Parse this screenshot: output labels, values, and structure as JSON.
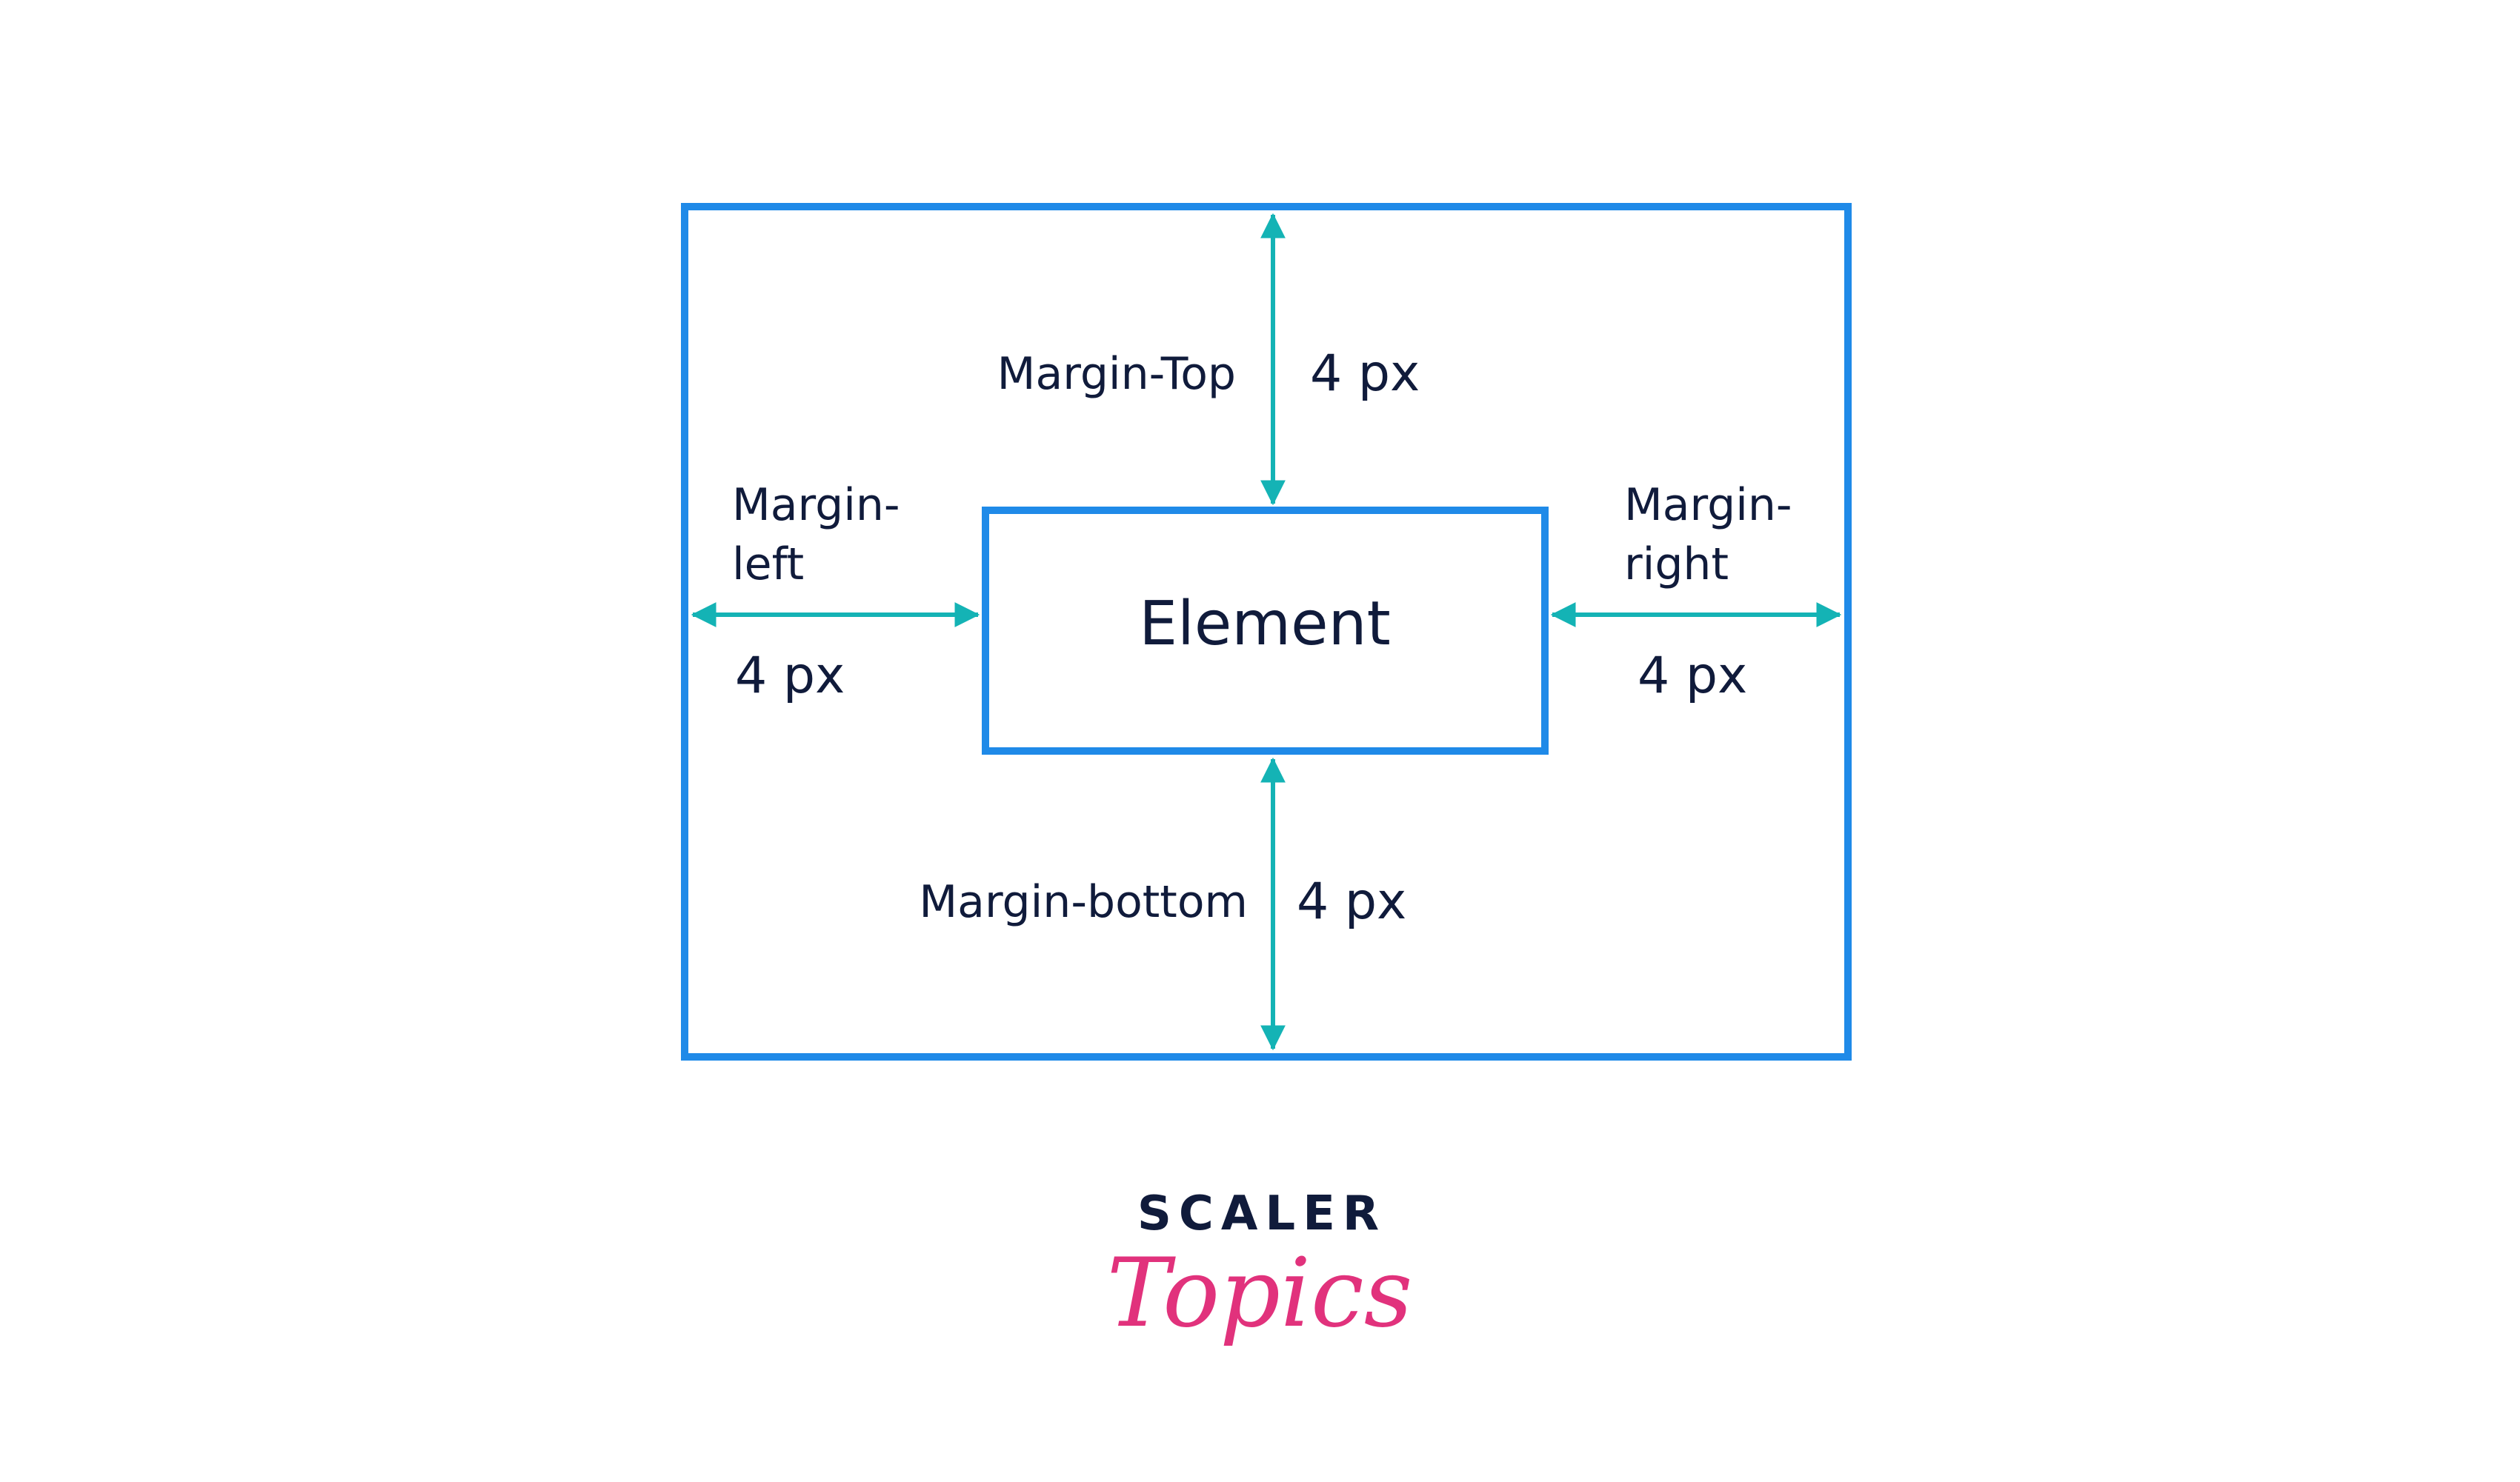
{
  "colors": {
    "box_border": "#1f8ae8",
    "arrow": "#14b3b5",
    "text": "#101b3b",
    "brand_pink": "#e1327c"
  },
  "element_label": "Element",
  "margins": {
    "top": {
      "label": "Margin-Top",
      "value": "4 px"
    },
    "left": {
      "label_line1": "Margin-",
      "label_line2": "left",
      "value": "4 px"
    },
    "right": {
      "label_line1": "Margin-",
      "label_line2": "right",
      "value": "4 px"
    },
    "bottom": {
      "label": "Margin-bottom",
      "value": "4 px"
    }
  },
  "logo": {
    "line1": "SCALER",
    "line2": "Topics"
  }
}
